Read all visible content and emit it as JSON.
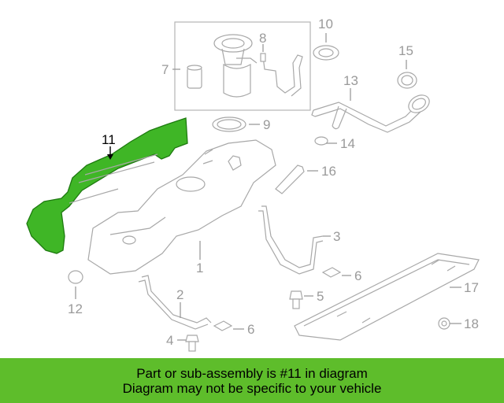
{
  "callouts": {
    "c1": "1",
    "c2": "2",
    "c3": "3",
    "c4": "4",
    "c5": "5",
    "c6a": "6",
    "c6b": "6",
    "c7": "7",
    "c8": "8",
    "c9": "9",
    "c10": "10",
    "c11": "11",
    "c12": "12",
    "c13": "13",
    "c14": "14",
    "c15": "15",
    "c16": "16",
    "c17": "17",
    "c18": "18"
  },
  "highlight": {
    "part_number": "11",
    "color": "#3fb626",
    "line_color": "#1e7a10"
  },
  "banner": {
    "line1": "Part or sub-assembly is #11 in diagram",
    "line2": "Diagram may not be specific to your vehicle",
    "background": "#5ebd2b"
  }
}
